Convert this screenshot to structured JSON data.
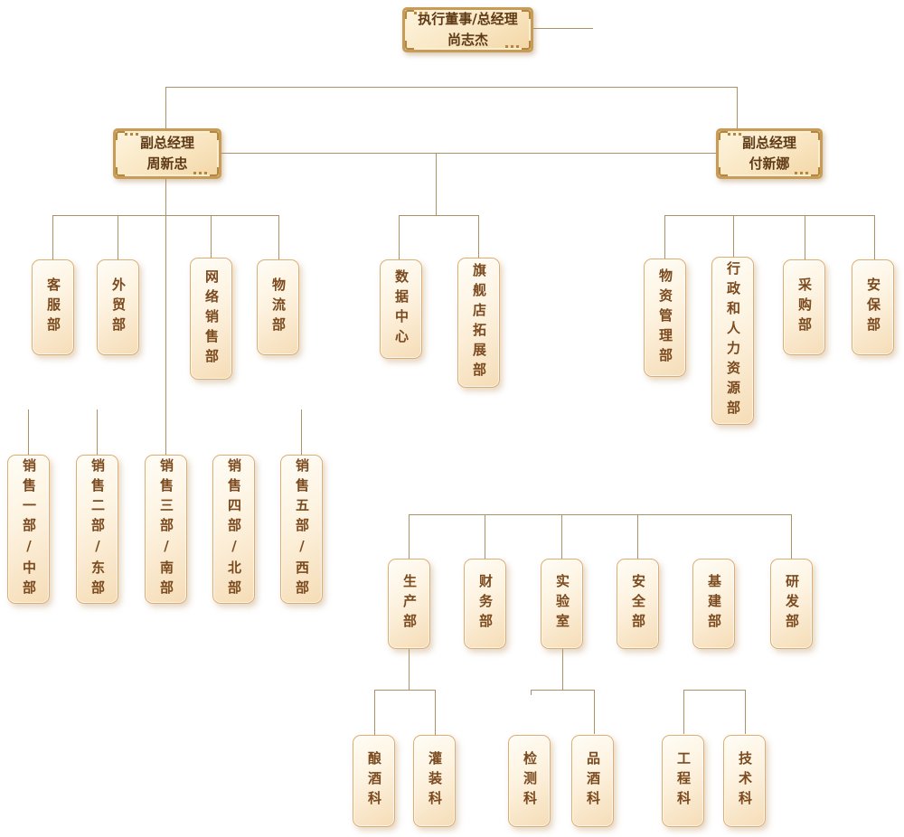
{
  "palette": {
    "line_color": "#ab9266",
    "box_border": "#dcae74",
    "box_fill_light": "#fffdf6",
    "box_fill_dark": "#f5dcb6",
    "frame_border": "#c79c58",
    "frame_fill": "#f9e6c2",
    "text_dark_brown": "#5e3a16",
    "text_brown": "#7b4a1e"
  },
  "nodes": {
    "root": {
      "title": "执行董事/总经理",
      "name": "尚志杰"
    },
    "deputy_left": {
      "title": "副总经理",
      "name": "周新忠"
    },
    "deputy_right": {
      "title": "副总经理",
      "name": "付新娜"
    }
  },
  "branches": {
    "left_children": [
      "客服部",
      "外贸部",
      "网络销售部",
      "物流部"
    ],
    "sales": [
      "销售一部/中部",
      "销售二部/东部",
      "销售三部/南部",
      "销售四部/北部",
      "销售五部/西部"
    ],
    "center_children": [
      "数据中心",
      "旗舰店拓展部"
    ],
    "right_children": [
      "物资管理部",
      "行政和人力资源部",
      "采购部",
      "安保部"
    ],
    "operations": [
      "生产部",
      "财务部",
      "实验室",
      "安全部",
      "基建部",
      "研发部"
    ],
    "production_children": [
      "酿酒科",
      "灌装科"
    ],
    "laboratory_children": [
      "检测科",
      "品酒科"
    ],
    "engineering_children": [
      "工程科",
      "技术科"
    ]
  }
}
